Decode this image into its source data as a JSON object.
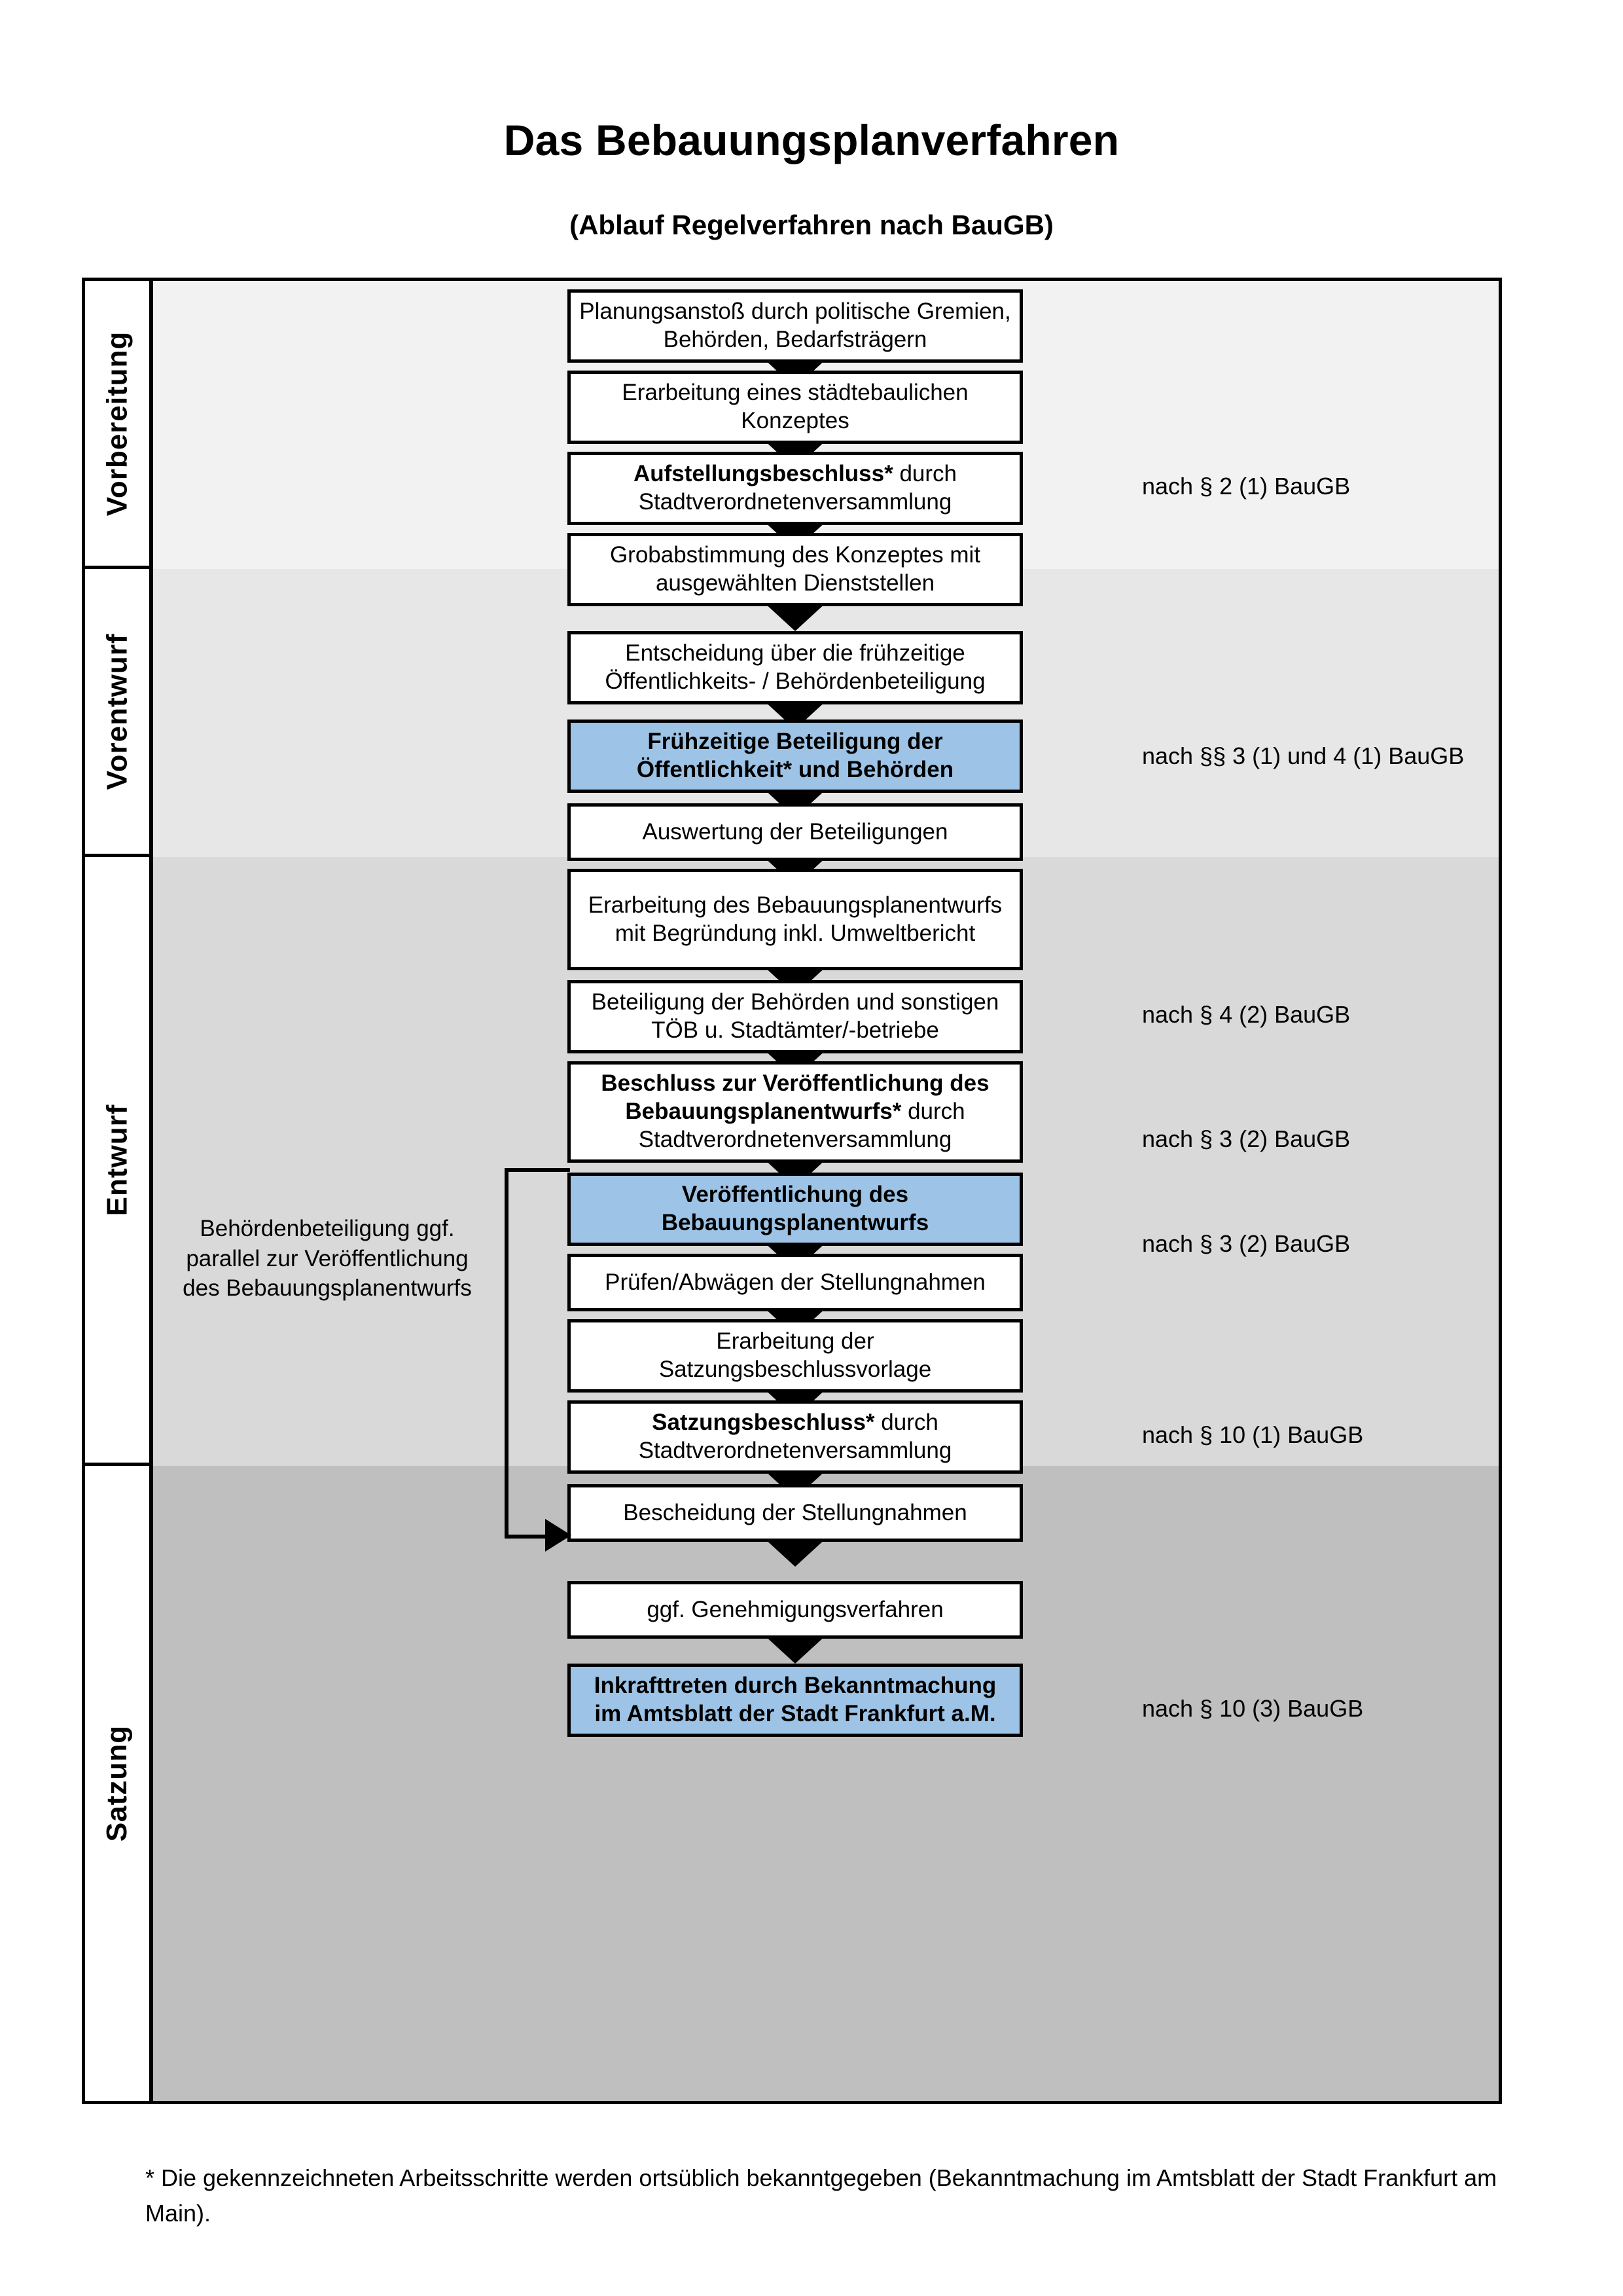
{
  "header": {
    "title": "Das Bebauungsplanverfahren",
    "subtitle": "(Ablauf Regelverfahren nach BauGB)"
  },
  "phases": [
    {
      "id": "vorbereitung",
      "label": "Vorbereitung",
      "band_color": "#f2f2f2"
    },
    {
      "id": "vorentwurf",
      "label": "Vorentwurf",
      "band_color": "#e7e7e7"
    },
    {
      "id": "entwurf",
      "label": "Entwurf",
      "band_color": "#d9d9d9"
    },
    {
      "id": "satzung",
      "label": "Satzung",
      "band_color": "#bfbfbf"
    }
  ],
  "steps": [
    {
      "n": 1,
      "phase": "vorbereitung",
      "bold": "",
      "rest": "Planungsanstoß durch politische Gremien, Behörden, Bedarfsträgern",
      "highlight": false
    },
    {
      "n": 2,
      "phase": "vorbereitung",
      "bold": "",
      "rest": "Erarbeitung eines städtebaulichen Konzeptes",
      "highlight": false
    },
    {
      "n": 3,
      "phase": "vorbereitung",
      "bold": "Aufstellungsbeschluss*",
      "rest": " durch Stadtverordnetenversammlung",
      "highlight": false
    },
    {
      "n": 4,
      "phase": "vorentwurf",
      "bold": "",
      "rest": "Grobabstimmung des Konzeptes mit ausgewählten Dienststellen",
      "highlight": false
    },
    {
      "n": 5,
      "phase": "vorentwurf",
      "bold": "",
      "rest": "Entscheidung über die frühzeitige Öffentlichkeits- / Behördenbeteiligung",
      "highlight": false
    },
    {
      "n": 6,
      "phase": "vorentwurf",
      "bold": "Frühzeitige Beteiligung der Öffentlichkeit* und Behörden",
      "rest": "",
      "highlight": true
    },
    {
      "n": 7,
      "phase": "entwurf",
      "bold": "",
      "rest": "Auswertung der Beteiligungen",
      "highlight": false
    },
    {
      "n": 8,
      "phase": "entwurf",
      "bold": "",
      "rest": "Erarbeitung des Bebauungsplanentwurfs mit Begründung inkl. Umweltbericht",
      "highlight": false
    },
    {
      "n": 9,
      "phase": "entwurf",
      "bold": "",
      "rest": "Beteiligung der Behörden und sonstigen TÖB u. Stadtämter/-betriebe",
      "highlight": false
    },
    {
      "n": 10,
      "phase": "entwurf",
      "bold": "Beschluss zur Veröffentlichung des Bebauungsplanentwurfs*",
      "rest": " durch Stadtverordnetenversammlung",
      "highlight": false
    },
    {
      "n": 11,
      "phase": "entwurf",
      "bold": "Veröffentlichung des Bebauungsplanentwurfs",
      "rest": "",
      "highlight": true
    },
    {
      "n": 12,
      "phase": "satzung",
      "bold": "",
      "rest": "Prüfen/Abwägen der Stellungnahmen",
      "highlight": false
    },
    {
      "n": 13,
      "phase": "satzung",
      "bold": "",
      "rest": "Erarbeitung der Satzungsbeschlussvorlage",
      "highlight": false
    },
    {
      "n": 14,
      "phase": "satzung",
      "bold": "Satzungsbeschluss*",
      "rest": " durch Stadtverordnetenversammlung",
      "highlight": false
    },
    {
      "n": 15,
      "phase": "satzung",
      "bold": "",
      "rest": "Bescheidung der Stellungnahmen",
      "highlight": false
    },
    {
      "n": 16,
      "phase": "satzung",
      "bold": "",
      "rest": "ggf. Genehmigungsverfahren",
      "highlight": false
    },
    {
      "n": 17,
      "phase": "satzung",
      "bold": "Inkrafttreten",
      "rest": " durch Bekanntmachung im Amtsblatt der Stadt Frankfurt a.M.",
      "highlight": true
    }
  ],
  "annotations": [
    {
      "id": "anno-1",
      "text": "nach § 2 (1) BauGB"
    },
    {
      "id": "anno-2",
      "text": "nach §§ 3 (1) und 4 (1) BauGB"
    },
    {
      "id": "anno-3",
      "text": "nach § 4 (2) BauGB"
    },
    {
      "id": "anno-4",
      "text": "nach § 3 (2) BauGB"
    },
    {
      "id": "anno-5",
      "text": "nach § 3 (2) BauGB"
    },
    {
      "id": "anno-6",
      "text": "nach § 10 (1) BauGB"
    },
    {
      "id": "anno-7",
      "text": "nach § 10 (3) BauGB"
    }
  ],
  "side_note": {
    "text": "Behördenbeteiligung ggf. parallel zur Veröffentlichung des Bebauungsplanentwurfs"
  },
  "footnote": {
    "text": "* Die gekennzeichneten Arbeitsschritte werden ortsüblich bekanntgegeben (Bekanntmachung im Amtsblatt  der Stadt Frankfurt am Main)."
  },
  "colors": {
    "highlight_blue": "#9dc3e6",
    "outline": "#000000",
    "page": "#ffffff"
  }
}
